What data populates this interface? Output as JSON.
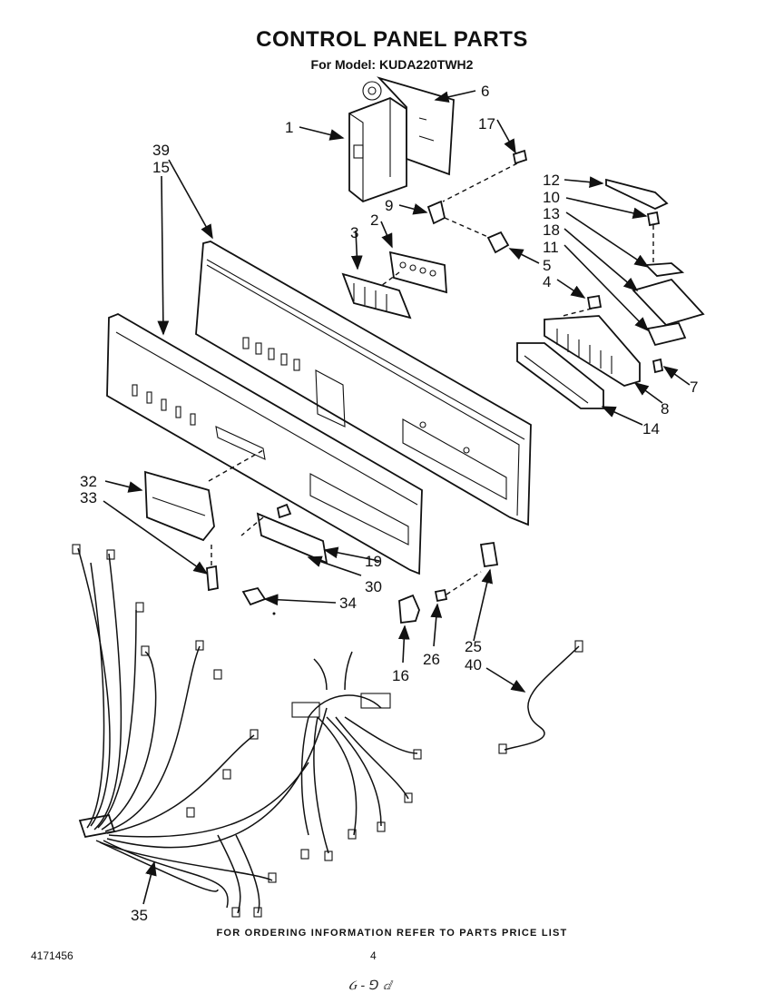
{
  "header": {
    "title": "CONTROL PANEL PARTS",
    "subtitle": "For Model: KUDA220TWH2"
  },
  "footer": {
    "note": "FOR ORDERING INFORMATION REFER TO PARTS PRICE LIST",
    "doc_number": "4171456",
    "page_number": "4",
    "handwriting": "Ᏽ - ⅁ ⅆ"
  },
  "callouts": [
    {
      "id": "c1",
      "text": "1"
    },
    {
      "id": "c6",
      "text": "6"
    },
    {
      "id": "c17",
      "text": "17"
    },
    {
      "id": "c39",
      "text": "39"
    },
    {
      "id": "c15",
      "text": "15"
    },
    {
      "id": "c12",
      "text": "12"
    },
    {
      "id": "c10",
      "text": "10"
    },
    {
      "id": "c13",
      "text": "13"
    },
    {
      "id": "c18",
      "text": "18"
    },
    {
      "id": "c11",
      "text": "11"
    },
    {
      "id": "c9",
      "text": "9"
    },
    {
      "id": "c2",
      "text": "2"
    },
    {
      "id": "c3",
      "text": "3"
    },
    {
      "id": "c5",
      "text": "5"
    },
    {
      "id": "c4",
      "text": "4"
    },
    {
      "id": "c7",
      "text": "7"
    },
    {
      "id": "c8",
      "text": "8"
    },
    {
      "id": "c14",
      "text": "14"
    },
    {
      "id": "c32",
      "text": "32"
    },
    {
      "id": "c33",
      "text": "33"
    },
    {
      "id": "c19",
      "text": "19"
    },
    {
      "id": "c30",
      "text": "30"
    },
    {
      "id": "c34",
      "text": "34"
    },
    {
      "id": "c16",
      "text": "16"
    },
    {
      "id": "c26",
      "text": "26"
    },
    {
      "id": "c25",
      "text": "25"
    },
    {
      "id": "c40",
      "text": "40"
    },
    {
      "id": "c35",
      "text": "35"
    }
  ]
}
